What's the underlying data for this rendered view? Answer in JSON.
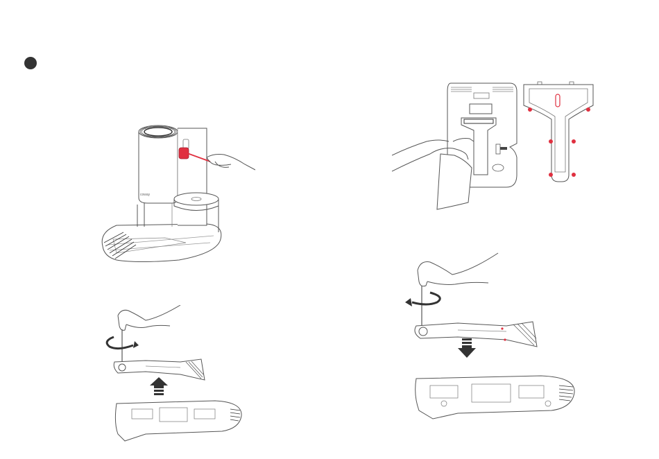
{
  "page": {
    "step_marker": "",
    "brand_label": "coway"
  },
  "colors": {
    "line": "#555555",
    "light_line": "#9a9a9a",
    "accent": "#e03040",
    "fill": "#ffffff",
    "marker": "#333333"
  },
  "icons": {
    "rotate_clockwise": "rotate-cw-arrow",
    "rotate_counterclockwise": "rotate-ccw-arrow",
    "insert_up": "arrow-up",
    "remove_down": "arrow-down"
  }
}
